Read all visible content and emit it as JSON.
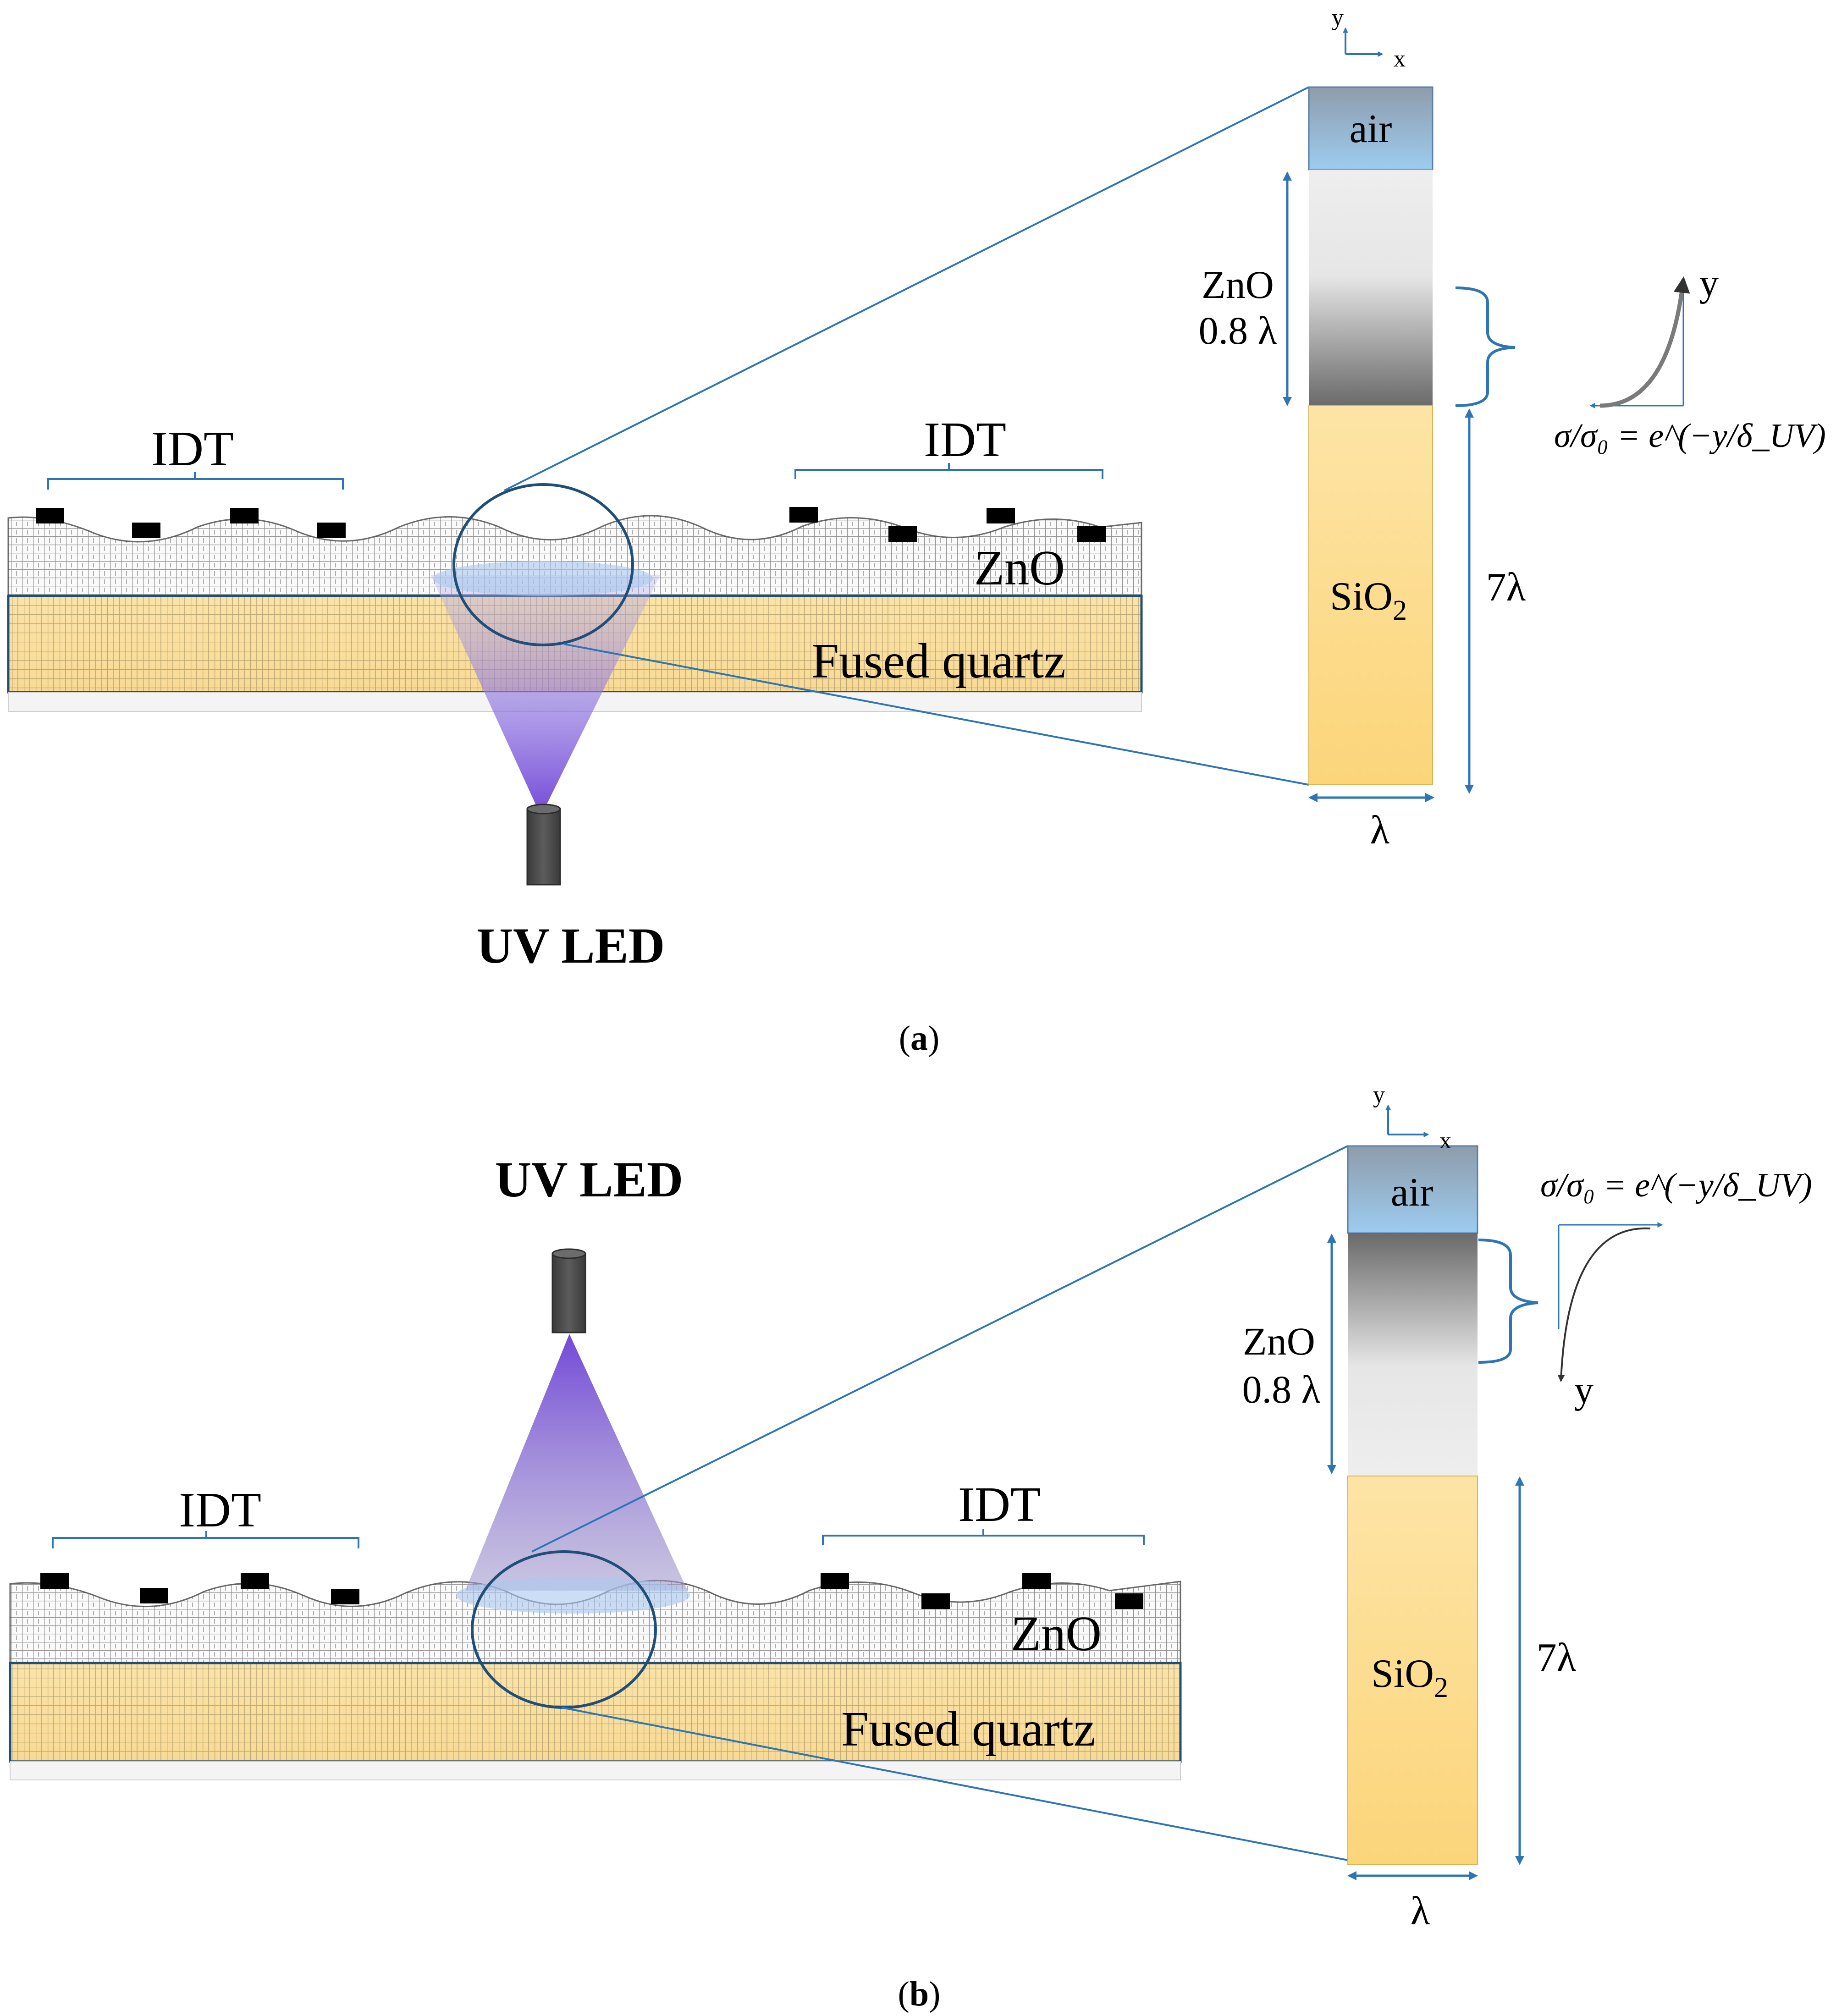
{
  "colors": {
    "accent_blue": "#2E75B6",
    "dark_blue": "#1F4E79",
    "zno_light": "#ECECEC",
    "zno_dark": "#6A6A6A",
    "quartz_light": "#FDE9B0",
    "quartz_dark": "#FCD57A",
    "air_top": "#8E9CAB",
    "air_bottom": "#9DCCF0",
    "uv_violet": "#6E43D6",
    "led_gray": "#474747",
    "electrode": "#000000"
  },
  "panels": [
    {
      "id": "a",
      "caption": "(a)",
      "caption_label": "a",
      "led_label": "UV LED",
      "idt_left": "IDT",
      "idt_right": "IDT",
      "zno_label": "ZnO",
      "quartz_label": "Fused quartz",
      "air_label": "air",
      "zno_dim_line1": "ZnO",
      "zno_dim_line2": "0.8 λ",
      "sio2_label": "SiO",
      "sio2_sub": "2",
      "sio2_dim": "7λ",
      "width_dim": "λ",
      "axis_y": "y",
      "axis_x": "x",
      "profile_axis": "y",
      "formula": "σ/σ₀ = e^(−y/δ_UV)"
    },
    {
      "id": "b",
      "caption": "(b)",
      "caption_label": "b",
      "led_label": "UV LED",
      "idt_left": "IDT",
      "idt_right": "IDT",
      "zno_label": "ZnO",
      "quartz_label": "Fused quartz",
      "air_label": "air",
      "zno_dim_line1": "ZnO",
      "zno_dim_line2": "0.8 λ",
      "sio2_label": "SiO",
      "sio2_sub": "2",
      "sio2_dim": "7λ",
      "width_dim": "λ",
      "axis_y": "y",
      "axis_x": "x",
      "profile_axis": "y",
      "formula": "σ/σ₀ = e^(−y/δ_UV)"
    }
  ]
}
